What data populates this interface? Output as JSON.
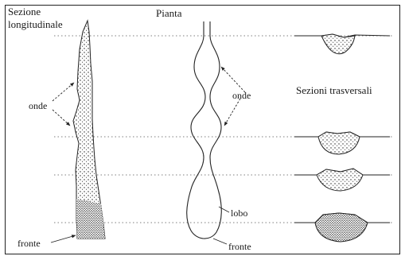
{
  "labels": {
    "section_long_line1": "Sezione",
    "section_long_line2": "longitudinale",
    "plan": "Pianta",
    "cross_sections": "Sezioni trasversali",
    "waves_left": "onde",
    "waves_right": "onde",
    "lobe": "lobo",
    "front_left": "fronte",
    "front_right": "fronte"
  }
}
